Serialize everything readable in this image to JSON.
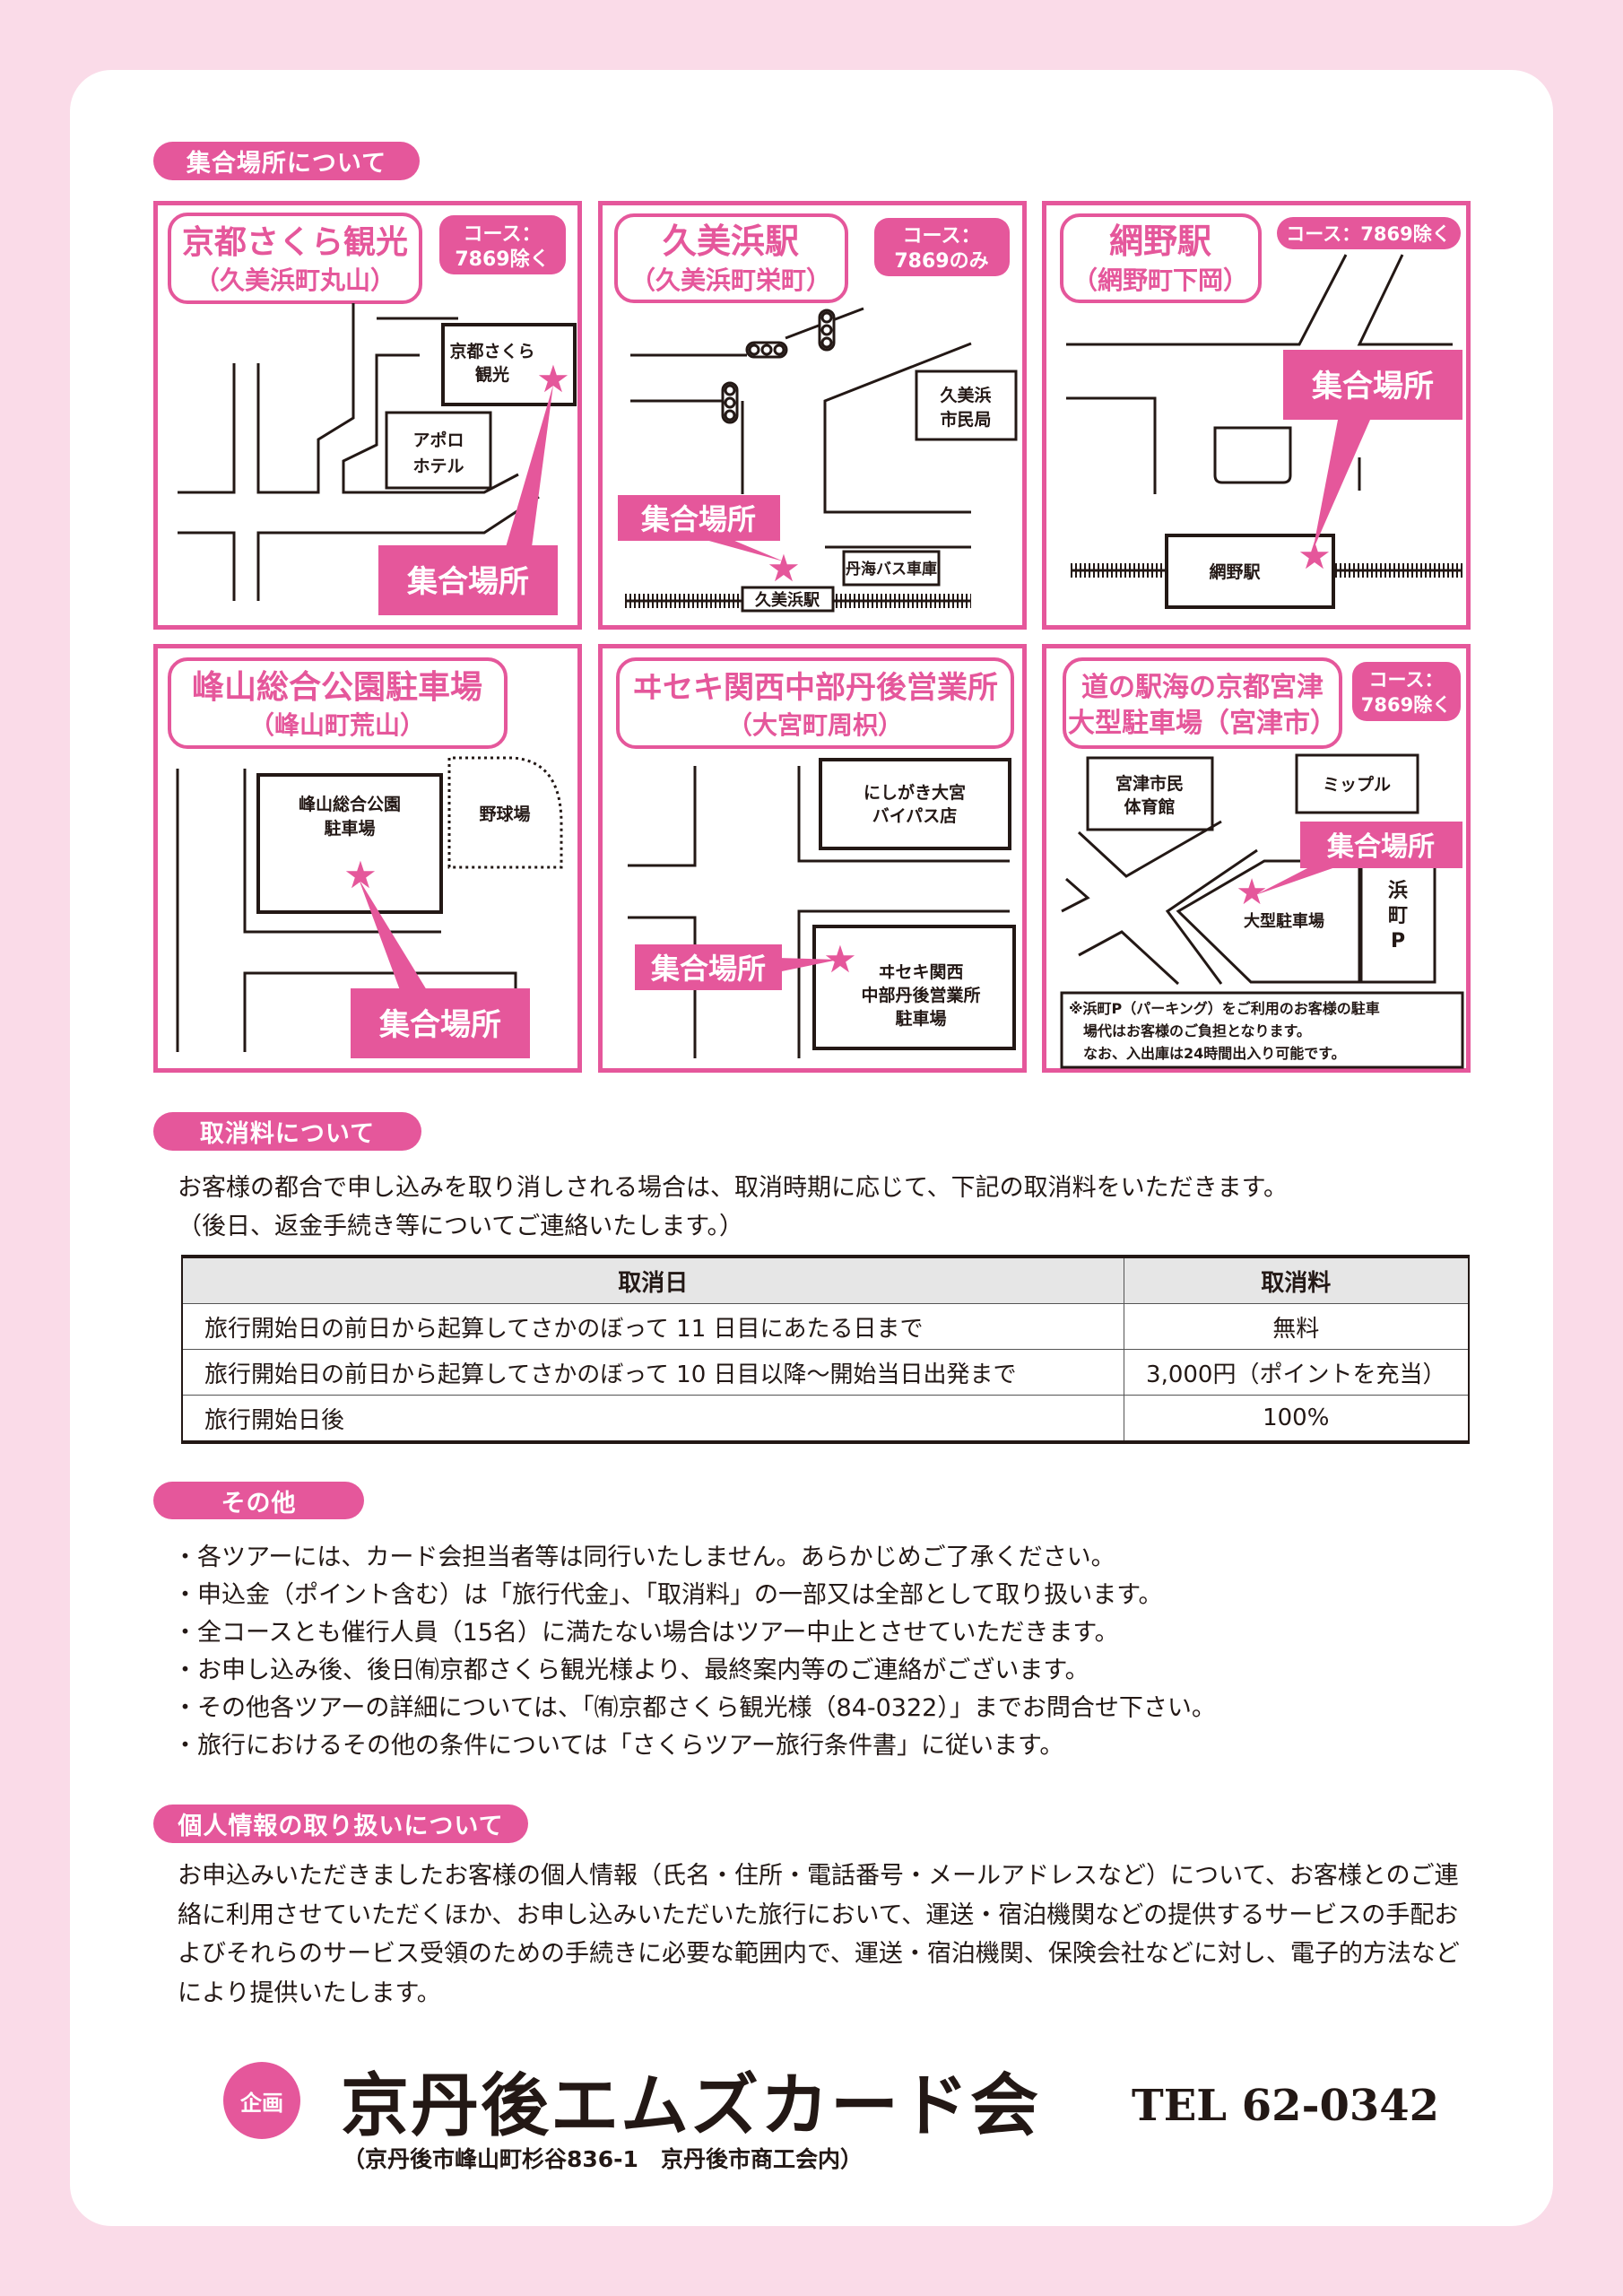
{
  "colors": {
    "accent": "#e5579b",
    "background": "#fadbe8"
  },
  "meeting": {
    "title": "集合場所について",
    "meeting_label": "集合場所",
    "maps": [
      {
        "name": "京都さくら観光",
        "area": "（久美浜町丸山）",
        "course_line1": "コース：",
        "course_line2": "7869除く",
        "buildings": [
          "京都さくら",
          "観光",
          "アポロ",
          "ホテル"
        ]
      },
      {
        "name": "久美浜駅",
        "area": "（久美浜町栄町）",
        "course_line1": "コース：",
        "course_line2": "7869のみ",
        "buildings": [
          "久美浜",
          "市民局",
          "丹海バス車庫",
          "久美浜駅"
        ]
      },
      {
        "name": "網野駅",
        "area": "（網野町下岡）",
        "course_line1": "コース：7869除く",
        "buildings": [
          "網野駅"
        ]
      },
      {
        "name": "峰山総合公園駐車場",
        "area": "（峰山町荒山）",
        "buildings": [
          "峰山総合公園",
          "駐車場",
          "野球場"
        ]
      },
      {
        "name": "ヰセキ関西中部丹後営業所",
        "area": "（大宮町周枳）",
        "buildings": [
          "にしがき大宮",
          "バイパス店",
          "ヰセキ関西",
          "中部丹後営業所",
          "駐車場"
        ]
      },
      {
        "name_line1": "道の駅海の京都宮津",
        "name_line2": "大型駐車場（宮津市）",
        "course_line1": "コース：",
        "course_line2": "7869除く",
        "buildings": [
          "宮津市民",
          "体育館",
          "ミップル",
          "大型駐車場",
          "浜",
          "町",
          "P"
        ],
        "note": [
          "※浜町P（パーキング）をご利用のお客様の駐車",
          "場代はお客様のご負担となります。",
          "なお、入出庫は24時間出入り可能です。"
        ]
      }
    ]
  },
  "cancel": {
    "title": "取消料について",
    "intro": [
      "お客様の都合で申し込みを取り消しされる場合は、取消時期に応じて、下記の取消料をいただきます。",
      "（後日、返金手続き等についてご連絡いたします。）"
    ],
    "headers": [
      "取消日",
      "取消料"
    ],
    "rows": [
      [
        "旅行開始日の前日から起算してさかのぼって 11 日目にあたる日まで",
        "無料"
      ],
      [
        "旅行開始日の前日から起算してさかのぼって 10 日目以降〜開始当日出発まで",
        "3,000円（ポイントを充当）"
      ],
      [
        "旅行開始日後",
        "100%"
      ]
    ]
  },
  "other": {
    "title": "その他",
    "items": [
      "・各ツアーには、カード会担当者等は同行いたしません。あらかじめご了承ください。",
      "・申込金（ポイント含む）は「旅行代金」、「取消料」の一部又は全部として取り扱います。",
      "・全コースとも催行人員（15名）に満たない場合はツアー中止とさせていただきます。",
      "・お申し込み後、後日㈲京都さくら観光様より、最終案内等のご連絡がございます。",
      "・その他各ツアーの詳細については、「㈲京都さくら観光様（84-0322）」までお問合せ下さい。",
      "・旅行におけるその他の条件については「さくらツアー旅行条件書」に従います。"
    ]
  },
  "privacy": {
    "title": "個人情報の取り扱いについて",
    "text": "お申込みいただきましたお客様の個人情報（氏名・住所・電話番号・メールアドレスなど）について、お客様とのご連絡に利用させていただくほか、お申し込みいただいた旅行において、運送・宿泊機関などの提供するサービスの手配およびそれらのサービス受領のための手続きに必要な範囲内で、運送・宿泊機関、保険会社などに対し、電子的方法などにより提供いたします。"
  },
  "footer": {
    "badge": "企画",
    "organization": "京丹後エムズカード会",
    "tel": "TEL 62-0342",
    "address": "（京丹後市峰山町杉谷836-1　京丹後市商工会内）"
  }
}
